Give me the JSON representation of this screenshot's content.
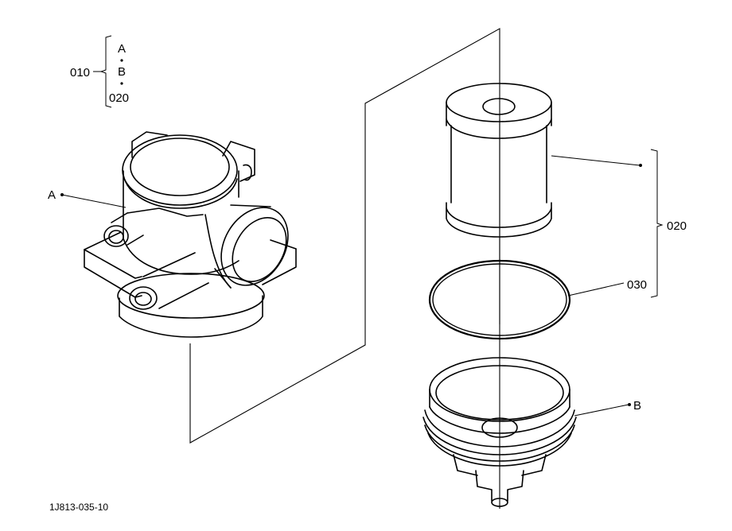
{
  "labels": {
    "group_010": "010",
    "group_a": "A",
    "group_b": "B",
    "group_020_top": "020",
    "callout_a": "A",
    "callout_020": "020",
    "callout_030": "030",
    "callout_b": "B",
    "figure_code": "1J813-035-10"
  }
}
